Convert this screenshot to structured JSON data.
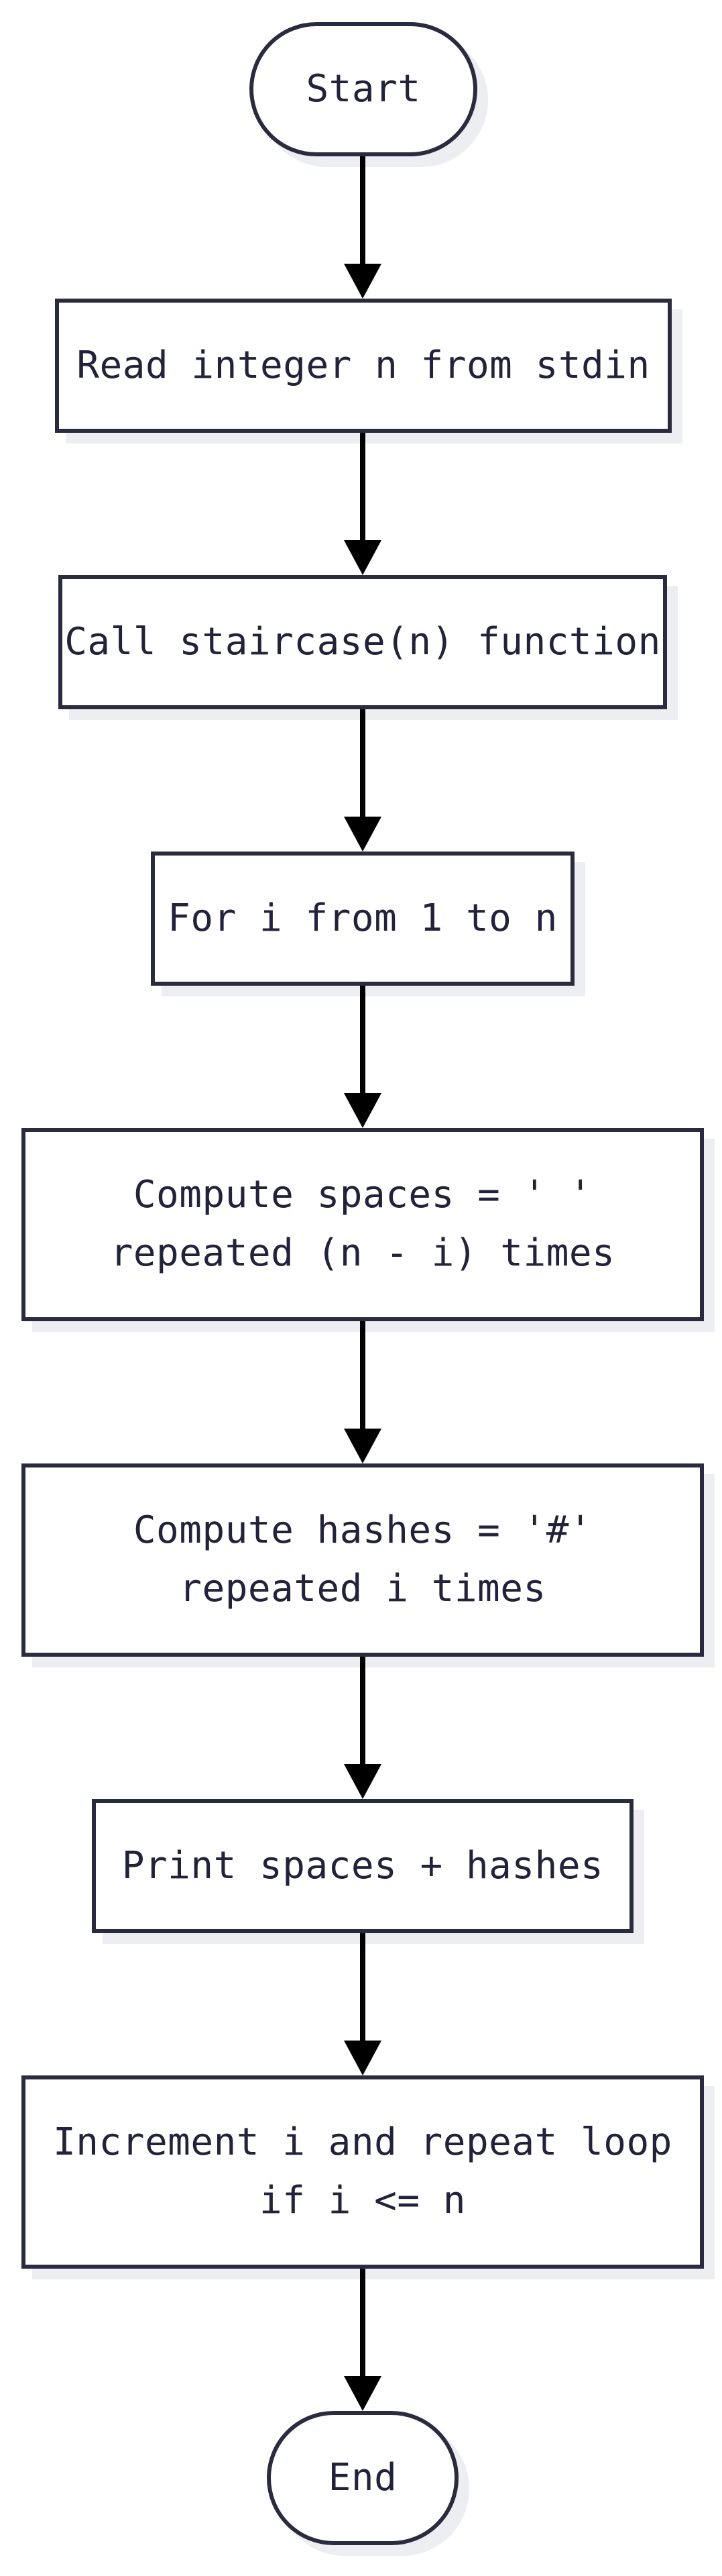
{
  "diagram": {
    "type": "flowchart",
    "colors": {
      "border": "#2b2b3f",
      "text": "#22223a",
      "shadow": "#eceef2",
      "connector": "#000000",
      "background": "#ffffff"
    },
    "nodes": [
      {
        "id": "start",
        "shape": "terminal",
        "label": "Start"
      },
      {
        "id": "read",
        "shape": "process",
        "label": "Read integer n from stdin"
      },
      {
        "id": "call",
        "shape": "process",
        "label": "Call staircase(n) function"
      },
      {
        "id": "loop",
        "shape": "process",
        "label": "For i from 1 to n"
      },
      {
        "id": "spaces",
        "shape": "process",
        "label": "Compute spaces = ' '\nrepeated (n - i) times"
      },
      {
        "id": "hashes",
        "shape": "process",
        "label": "Compute hashes = '#'\nrepeated i times"
      },
      {
        "id": "print",
        "shape": "process",
        "label": "Print spaces + hashes"
      },
      {
        "id": "increment",
        "shape": "process",
        "label": "Increment i and repeat loop\nif i <= n"
      },
      {
        "id": "end",
        "shape": "terminal",
        "label": "End"
      }
    ],
    "edges": [
      {
        "from": "start",
        "to": "read"
      },
      {
        "from": "read",
        "to": "call"
      },
      {
        "from": "call",
        "to": "loop"
      },
      {
        "from": "loop",
        "to": "spaces"
      },
      {
        "from": "spaces",
        "to": "hashes"
      },
      {
        "from": "hashes",
        "to": "print"
      },
      {
        "from": "print",
        "to": "increment"
      },
      {
        "from": "increment",
        "to": "end"
      }
    ]
  }
}
